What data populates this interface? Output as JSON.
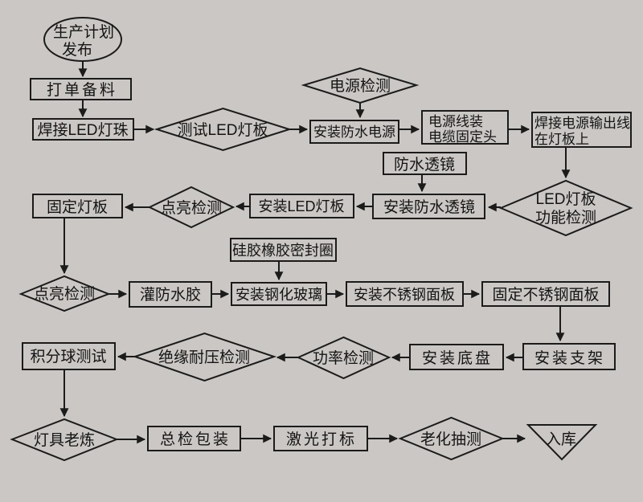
{
  "canvas": {
    "background": "#cac7c4",
    "line_color": "#1b1b1b",
    "text_color": "#141414"
  },
  "nodes": {
    "start": {
      "shape": "ellipse",
      "lines": [
        "生产计划",
        "发布"
      ]
    },
    "prepare_order": {
      "shape": "rect",
      "label": "打单备料"
    },
    "solder_led_beads": {
      "shape": "rect",
      "label": "焊接LED灯珠"
    },
    "test_led_board": {
      "shape": "diamond",
      "label": "测试LED灯板"
    },
    "power_supply_check": {
      "shape": "diamond",
      "label": "电源检测"
    },
    "install_waterproof_power": {
      "shape": "rect",
      "label": "安装防水电源"
    },
    "cable_fixing_head": {
      "shape": "rect",
      "lines": [
        "电源线装",
        "电缆固定头"
      ]
    },
    "solder_power_output_wire": {
      "shape": "rect",
      "lines": [
        "焊接电源输出线",
        "在灯板上"
      ]
    },
    "waterproof_lens": {
      "shape": "rect",
      "label": "防水透镜"
    },
    "led_board_function_check": {
      "shape": "diamond",
      "lines": [
        "LED灯板",
        "功能检测"
      ]
    },
    "install_waterproof_lens": {
      "shape": "rect",
      "label": "安装防水透镜"
    },
    "install_led_board": {
      "shape": "rect",
      "label": "安装LED灯板"
    },
    "light_up_check_1": {
      "shape": "diamond",
      "label": "点亮检测"
    },
    "fix_lamp_board": {
      "shape": "rect",
      "label": "固定灯板"
    },
    "silicone_rubber_seal_ring": {
      "shape": "rect",
      "label": "硅胶橡胶密封圈"
    },
    "light_up_check_2": {
      "shape": "diamond",
      "label": "点亮检测"
    },
    "fill_waterproof_glue": {
      "shape": "rect",
      "label": "灌防水胶"
    },
    "install_tempered_glass": {
      "shape": "rect",
      "label": "安装钢化玻璃"
    },
    "install_stainless_panel": {
      "shape": "rect",
      "label": "安装不锈钢面板"
    },
    "fix_stainless_panel": {
      "shape": "rect",
      "label": "固定不锈钢面板"
    },
    "install_bracket": {
      "shape": "rect",
      "label": "安装支架"
    },
    "install_base_plate": {
      "shape": "rect",
      "label": "安装底盘"
    },
    "power_test": {
      "shape": "diamond",
      "label": "功率检测"
    },
    "insulation_withstand_test": {
      "shape": "diamond",
      "label": "绝缘耐压检测"
    },
    "integrating_sphere_test": {
      "shape": "rect",
      "label": "积分球测试"
    },
    "lamp_burn_in": {
      "shape": "diamond",
      "label": "灯具老炼"
    },
    "final_inspection_packing": {
      "shape": "rect",
      "label": "总检包装"
    },
    "laser_marking": {
      "shape": "rect",
      "label": "激光打标"
    },
    "aging_sampling_test": {
      "shape": "diamond",
      "label": "老化抽测"
    },
    "warehouse_in": {
      "shape": "triangle",
      "label": "入库"
    }
  },
  "edges": [
    {
      "from": "start",
      "to": "prepare_order"
    },
    {
      "from": "prepare_order",
      "to": "solder_led_beads"
    },
    {
      "from": "solder_led_beads",
      "to": "test_led_board"
    },
    {
      "from": "test_led_board",
      "to": "install_waterproof_power"
    },
    {
      "from": "power_supply_check",
      "to": "install_waterproof_power"
    },
    {
      "from": "install_waterproof_power",
      "to": "cable_fixing_head"
    },
    {
      "from": "cable_fixing_head",
      "to": "solder_power_output_wire"
    },
    {
      "from": "solder_power_output_wire",
      "to": "led_board_function_check"
    },
    {
      "from": "led_board_function_check",
      "to": "install_waterproof_lens"
    },
    {
      "from": "waterproof_lens",
      "to": "install_waterproof_lens"
    },
    {
      "from": "install_waterproof_lens",
      "to": "install_led_board"
    },
    {
      "from": "install_led_board",
      "to": "light_up_check_1"
    },
    {
      "from": "light_up_check_1",
      "to": "fix_lamp_board"
    },
    {
      "from": "fix_lamp_board",
      "to": "light_up_check_2"
    },
    {
      "from": "light_up_check_2",
      "to": "fill_waterproof_glue"
    },
    {
      "from": "fill_waterproof_glue",
      "to": "install_tempered_glass"
    },
    {
      "from": "silicone_rubber_seal_ring",
      "to": "install_tempered_glass"
    },
    {
      "from": "install_tempered_glass",
      "to": "install_stainless_panel"
    },
    {
      "from": "install_stainless_panel",
      "to": "fix_stainless_panel"
    },
    {
      "from": "fix_stainless_panel",
      "to": "install_bracket"
    },
    {
      "from": "install_bracket",
      "to": "install_base_plate"
    },
    {
      "from": "install_base_plate",
      "to": "power_test"
    },
    {
      "from": "power_test",
      "to": "insulation_withstand_test"
    },
    {
      "from": "insulation_withstand_test",
      "to": "integrating_sphere_test"
    },
    {
      "from": "integrating_sphere_test",
      "to": "lamp_burn_in"
    },
    {
      "from": "lamp_burn_in",
      "to": "final_inspection_packing"
    },
    {
      "from": "final_inspection_packing",
      "to": "laser_marking"
    },
    {
      "from": "laser_marking",
      "to": "aging_sampling_test"
    },
    {
      "from": "aging_sampling_test",
      "to": "warehouse_in"
    }
  ]
}
